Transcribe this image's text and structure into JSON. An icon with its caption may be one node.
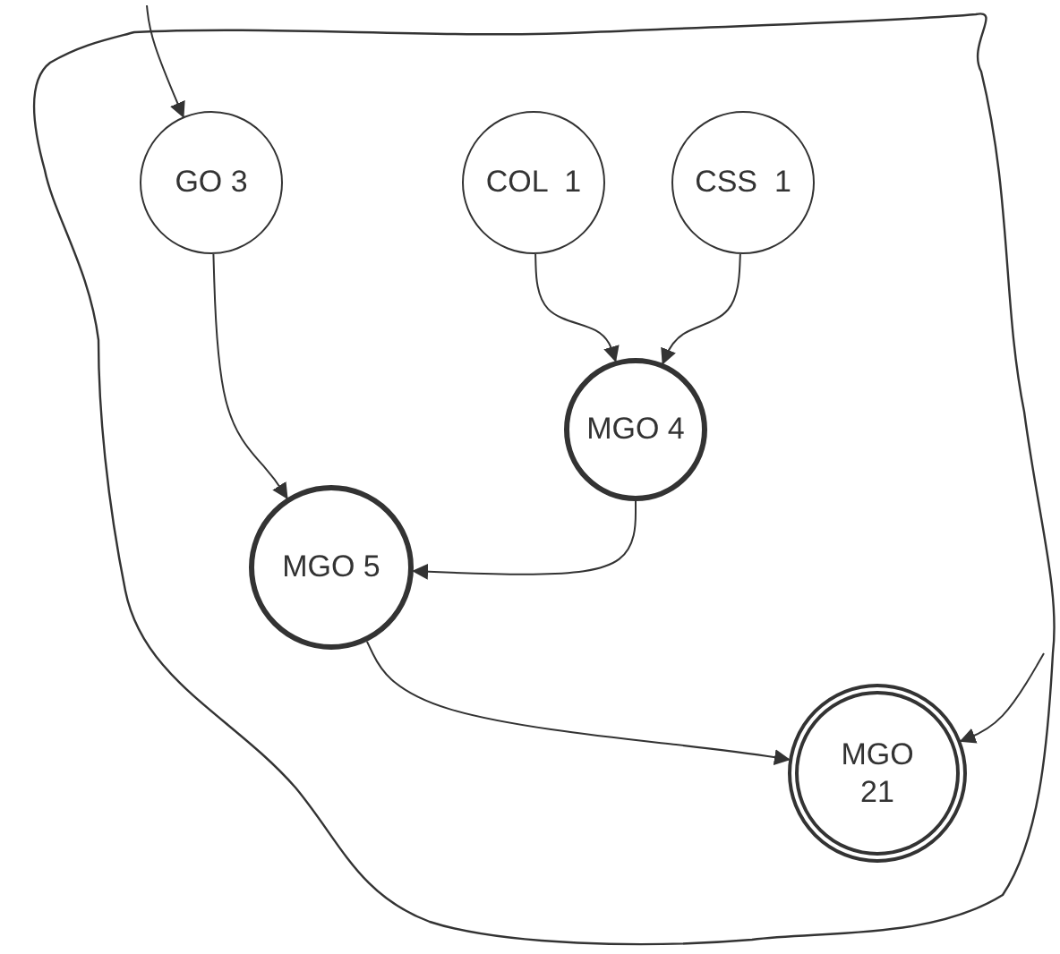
{
  "diagram": {
    "nodes": [
      {
        "text": [],
        "shape": "cloud"
      },
      {
        "text": [
          "GO 3"
        ],
        "in": 0
      },
      {
        "text": [
          "COL  1"
        ],
        "in": 0
      },
      {
        "text": [
          "CSS  1"
        ],
        "in": 0
      },
      {
        "text": [
          "MGO 4"
        ],
        "in": 0
      },
      {
        "text": [
          "MGO 5"
        ],
        "in": 0
      },
      {
        "text": [
          "MGO 21"
        ],
        "in": 0
      }
    ],
    "edges": [
      {
        "from": null,
        "to": 1,
        "arrow": "to"
      },
      {
        "from": 2,
        "to": 4,
        "arrow": "to"
      },
      {
        "from": 3,
        "to": 4,
        "arrow": "to"
      },
      {
        "from": 4,
        "to": 5,
        "arrow": "to"
      },
      {
        "from": 1,
        "to": 5,
        "arrow": "to"
      },
      {
        "from": 5,
        "to": 6,
        "arrow": "to"
      },
      {
        "from": null,
        "to": 6,
        "arrow": "to"
      }
    ]
  }
}
